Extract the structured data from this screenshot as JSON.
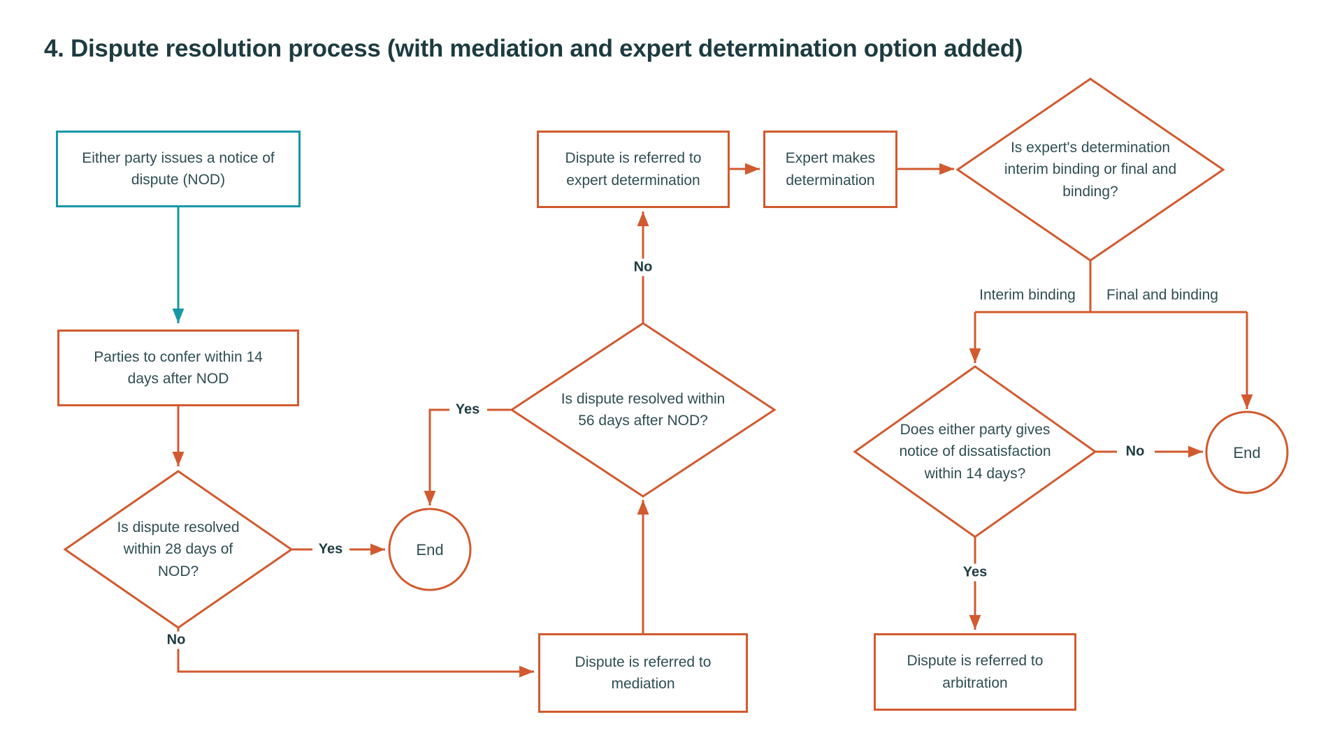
{
  "title": "4. Dispute resolution process (with mediation and expert determination option added)",
  "colors": {
    "accent_orange": "#D15A2F",
    "accent_teal": "#1697A6",
    "text": "#2E4D52",
    "title_text": "#1D3B40",
    "background": "#FFFFFF"
  },
  "nodes": {
    "nod": {
      "text": "Either party issues a notice of dispute (NOD)",
      "shape": "rectangle",
      "border": "teal"
    },
    "confer": {
      "text": "Parties to confer within 14 days after NOD",
      "shape": "rectangle",
      "border": "orange"
    },
    "resolved28": {
      "text": "Is dispute resolved within 28 days of NOD?",
      "shape": "diamond"
    },
    "end1": {
      "text": "End",
      "shape": "circle"
    },
    "mediation": {
      "text": "Dispute is referred to mediation",
      "shape": "rectangle",
      "border": "orange"
    },
    "resolved56": {
      "text": "Is dispute resolved within 56 days after NOD?",
      "shape": "diamond"
    },
    "expert_referral": {
      "text": "Dispute is referred to expert determination",
      "shape": "rectangle",
      "border": "orange"
    },
    "expert_makes": {
      "text": "Expert makes determination",
      "shape": "rectangle",
      "border": "orange"
    },
    "binding_question": {
      "text": "Is expert's determination interim binding or final and binding?",
      "shape": "diamond"
    },
    "dissatisfaction": {
      "text": "Does either party gives notice of dissatisfaction within 14 days?",
      "shape": "diamond"
    },
    "end2": {
      "text": "End",
      "shape": "circle"
    },
    "arbitration": {
      "text": "Dispute is referred to arbitration",
      "shape": "rectangle",
      "border": "orange"
    }
  },
  "labels": {
    "yes1": "Yes",
    "no1": "No",
    "yes2": "Yes",
    "no2": "No",
    "interim": "Interim binding",
    "final": "Final and binding",
    "no3": "No",
    "yes3": "Yes"
  }
}
